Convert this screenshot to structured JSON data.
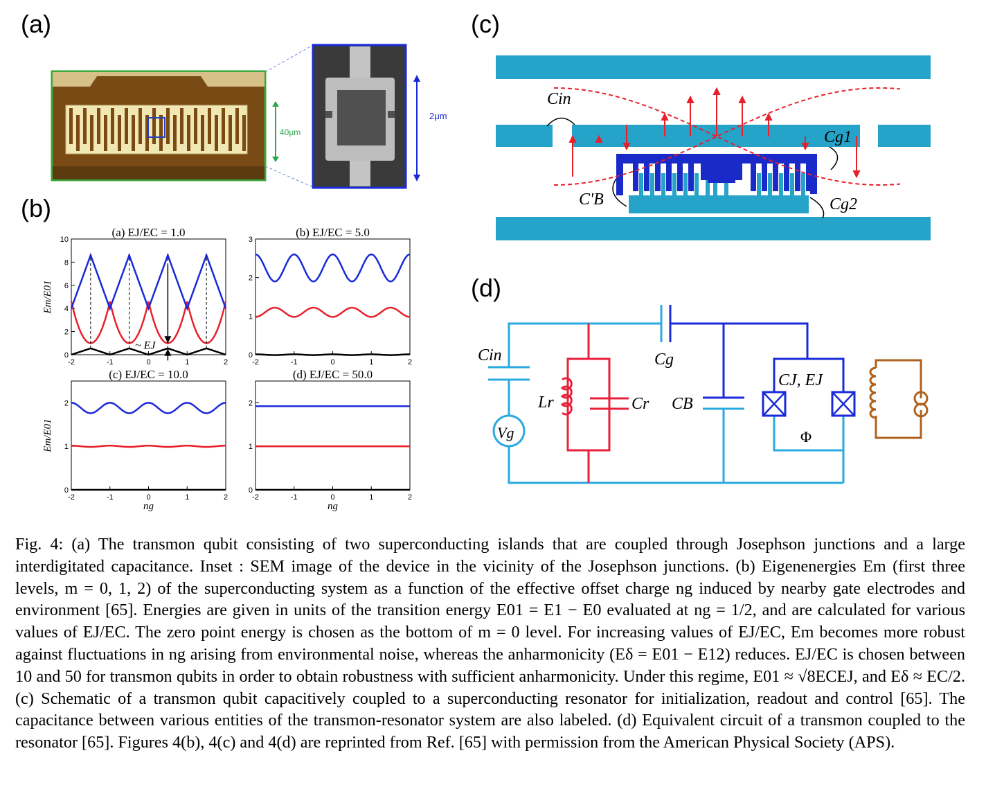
{
  "panel_labels": {
    "a": "(a)",
    "b": "(b)",
    "c": "(c)",
    "d": "(d)"
  },
  "panel_a": {
    "scale_main": "40μm",
    "scale_inset": "2μm"
  },
  "panel_b": {
    "subplots": [
      {
        "title": "(a) EJ/EC = 1.0",
        "ejec": 1.0,
        "yticks": [
          "0",
          "2",
          "4",
          "6",
          "8",
          "10"
        ],
        "ymax": 10
      },
      {
        "title": "(b) EJ/EC = 5.0",
        "ejec": 5.0,
        "yticks": [
          "0",
          "1",
          "2",
          "3"
        ],
        "ymax": 3
      },
      {
        "title": "(c) EJ/EC = 10.0",
        "ejec": 10.0,
        "yticks": [
          "0",
          "1",
          "2"
        ],
        "ymax": 2.5
      },
      {
        "title": "(d) EJ/EC = 50.0",
        "ejec": 50.0,
        "yticks": [
          "0",
          "1",
          "2"
        ],
        "ymax": 2.5
      }
    ],
    "xticks": [
      "-2",
      "-1",
      "0",
      "1",
      "2"
    ],
    "xlabel": "ng",
    "ylabel": "Em/E01",
    "annotation": "~ EJ",
    "colors": {
      "level0": "#000000",
      "level1": "#e8202a",
      "level2": "#1a2ad8"
    }
  },
  "panel_c": {
    "labels": {
      "cin": "Cin",
      "cg1": "Cg1",
      "cb": "C'B",
      "cg2": "Cg2"
    }
  },
  "panel_d": {
    "labels": {
      "cin": "Cin",
      "cg": "Cg",
      "lr": "Lr",
      "cr": "Cr",
      "cb": "CB",
      "cjej": "CJ, EJ",
      "vg": "Vg",
      "phi": "Φ"
    }
  },
  "caption": "Fig. 4: (a) The transmon qubit consisting of two superconducting islands that are coupled through Josephson junctions and a large interdigitated capacitance. Inset : SEM image of the device in the vicinity of the Josephson junctions. (b) Eigenenergies Em (first three levels, m = 0, 1, 2) of the superconducting system as a function of the effective offset charge ng induced by nearby gate electrodes and environment [65]. Energies are given in units of the transition energy E01 = E1 − E0 evaluated at ng = 1/2, and are calculated for various values of EJ/EC. The zero point energy is chosen as the bottom of m = 0 level. For increasing values of EJ/EC, Em becomes more robust against fluctuations in ng arising from environmental noise, whereas the anharmonicity (Eδ = E01 − E12) reduces. EJ/EC is chosen between 10 and 50 for transmon qubits in order to obtain robustness with sufficient anharmonicity. Under this regime, E01 ≈ √8ECEJ, and Eδ ≈ EC/2. (c) Schematic of a transmon qubit capacitively coupled to a superconducting resonator for initialization, readout and control [65]. The capacitance between various entities of the transmon-resonator system are also labeled. (d) Equivalent circuit of a transmon coupled to the resonator [65]. Figures 4(b), 4(c) and 4(d) are reprinted from Ref. [65] with permission from the American Physical Society (APS)."
}
